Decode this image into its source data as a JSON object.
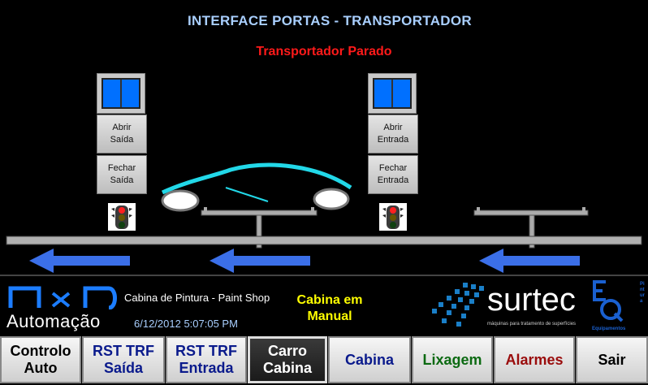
{
  "header": {
    "title": "INTERFACE  PORTAS - TRANSPORTADOR",
    "status": "Transportador Parado"
  },
  "exit_door": {
    "open_label": "Abrir Saída",
    "close_label": "Fechar Saída"
  },
  "entry_door": {
    "open_label": "Abrir Entrada",
    "close_label": "Fechar Entrada"
  },
  "footer": {
    "brand_name": "Automação",
    "location": "Cabina de Pintura - Paint Shop",
    "mode": "Cabina em Manual",
    "datetime": "6/12/2012 5:07:05 PM",
    "surtec_name": "surtec",
    "surtec_tagline": "máquinas para tratamento de superfícies",
    "eq_tagline": "Equipamentos",
    "eq_side": "Pintura"
  },
  "nav": [
    {
      "label": "Controlo Auto",
      "color": "#000000"
    },
    {
      "label": "RST TRF Saída",
      "color": "#0a1a8c"
    },
    {
      "label": "RST TRF Entrada",
      "color": "#0a1a8c"
    },
    {
      "label": "Carro Cabina",
      "color": "#ffffff"
    },
    {
      "label": "Cabina",
      "color": "#0a1a8c"
    },
    {
      "label": "Lixagem",
      "color": "#0c6a12"
    },
    {
      "label": "Alarmes",
      "color": "#9a0c0c"
    },
    {
      "label": "Sair",
      "color": "#000000"
    }
  ],
  "colors": {
    "arrow": "#3b6fe8",
    "title": "#a9cfff",
    "status": "#ff1a1a",
    "car": "#22d8e8",
    "mode": "#ffff00"
  }
}
